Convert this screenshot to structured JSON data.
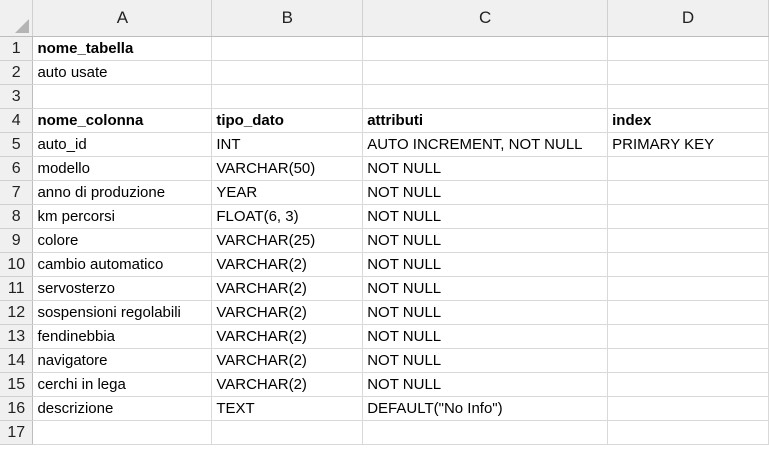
{
  "columns": [
    "A",
    "B",
    "C",
    "D"
  ],
  "rows": [
    {
      "num": "1",
      "cells": [
        "nome_tabella",
        "",
        "",
        ""
      ],
      "bold": true
    },
    {
      "num": "2",
      "cells": [
        "auto usate",
        "",
        "",
        ""
      ],
      "bold": false
    },
    {
      "num": "3",
      "cells": [
        "",
        "",
        "",
        ""
      ],
      "bold": false
    },
    {
      "num": "4",
      "cells": [
        "nome_colonna",
        "tipo_dato",
        "attributi",
        "index"
      ],
      "bold": true
    },
    {
      "num": "5",
      "cells": [
        "auto_id",
        "INT",
        "AUTO INCREMENT, NOT NULL",
        "PRIMARY KEY"
      ],
      "bold": false
    },
    {
      "num": "6",
      "cells": [
        "modello",
        "VARCHAR(50)",
        "NOT NULL",
        ""
      ],
      "bold": false
    },
    {
      "num": "7",
      "cells": [
        "anno di produzione",
        "YEAR",
        "NOT NULL",
        ""
      ],
      "bold": false
    },
    {
      "num": "8",
      "cells": [
        "km percorsi",
        "FLOAT(6, 3)",
        "NOT NULL",
        ""
      ],
      "bold": false
    },
    {
      "num": "9",
      "cells": [
        "colore",
        "VARCHAR(25)",
        "NOT NULL",
        ""
      ],
      "bold": false
    },
    {
      "num": "10",
      "cells": [
        "cambio automatico",
        "VARCHAR(2)",
        "NOT NULL",
        ""
      ],
      "bold": false
    },
    {
      "num": "11",
      "cells": [
        "servosterzo",
        "VARCHAR(2)",
        "NOT NULL",
        ""
      ],
      "bold": false
    },
    {
      "num": "12",
      "cells": [
        "sospensioni regolabili",
        "VARCHAR(2)",
        "NOT NULL",
        ""
      ],
      "bold": false
    },
    {
      "num": "13",
      "cells": [
        "fendinebbia",
        "VARCHAR(2)",
        "NOT NULL",
        ""
      ],
      "bold": false
    },
    {
      "num": "14",
      "cells": [
        "navigatore",
        "VARCHAR(2)",
        "NOT NULL",
        ""
      ],
      "bold": false
    },
    {
      "num": "15",
      "cells": [
        "cerchi in lega",
        "VARCHAR(2)",
        "NOT NULL",
        ""
      ],
      "bold": false
    },
    {
      "num": "16",
      "cells": [
        "descrizione",
        "TEXT",
        "DEFAULT(\"No Info\")",
        ""
      ],
      "bold": false
    },
    {
      "num": "17",
      "cells": [
        "",
        "",
        "",
        ""
      ],
      "bold": false
    }
  ],
  "icons": {
    "corner": "select-all-triangle-icon"
  },
  "colors": {
    "header_bg": "#f0f0f0",
    "gridline": "#d9d9d9",
    "corner_triangle": "#b4b4b4"
  }
}
